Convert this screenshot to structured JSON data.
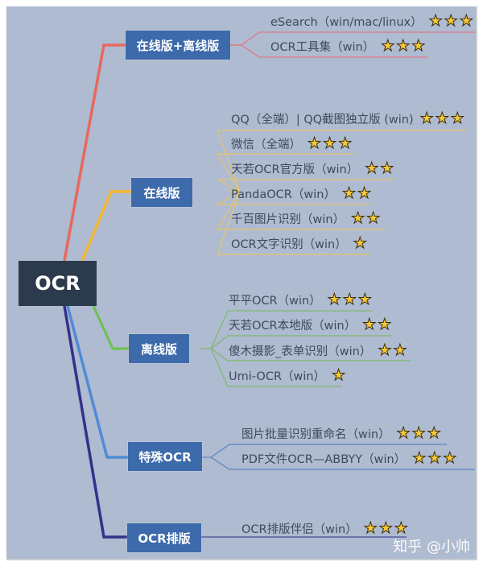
{
  "root": {
    "label": "OCR"
  },
  "branches": [
    {
      "label": "在线版+离线版",
      "color": "#e9675e",
      "items": [
        {
          "label": "eSearch（win/mac/linux）",
          "stars": 3
        },
        {
          "label": "OCR工具集（win）",
          "stars": 3
        }
      ]
    },
    {
      "label": "在线版",
      "color": "#f4b731",
      "items": [
        {
          "label": "QQ（全端）| QQ截图独立版 (win)",
          "stars": 3
        },
        {
          "label": "微信（全端）",
          "stars": 3
        },
        {
          "label": "天若OCR官方版（win）",
          "stars": 2
        },
        {
          "label": "PandaOCR（win）",
          "stars": 2
        },
        {
          "label": "千百图片识别（win）",
          "stars": 2
        },
        {
          "label": "OCR文字识别（win）",
          "stars": 1
        }
      ]
    },
    {
      "label": "离线版",
      "color": "#6cc24a",
      "items": [
        {
          "label": "平平OCR（win）",
          "stars": 3
        },
        {
          "label": "天若OCR本地版（win）",
          "stars": 2
        },
        {
          "label": "傻木摄影_表单识别（win）",
          "stars": 2
        },
        {
          "label": "Umi-OCR（win）",
          "stars": 1
        }
      ]
    },
    {
      "label": "特殊OCR",
      "color": "#4f8ad6",
      "items": [
        {
          "label": "图片批量识别重命名（win）",
          "stars": 3
        },
        {
          "label": "PDF文件OCR—ABBYY（win）",
          "stars": 3
        }
      ]
    },
    {
      "label": "OCR排版",
      "color": "#33318a",
      "items": [
        {
          "label": "OCR排版伴侣（win）",
          "stars": 3
        }
      ]
    }
  ],
  "star_glyph": "★",
  "watermark": "知乎 @小帅"
}
